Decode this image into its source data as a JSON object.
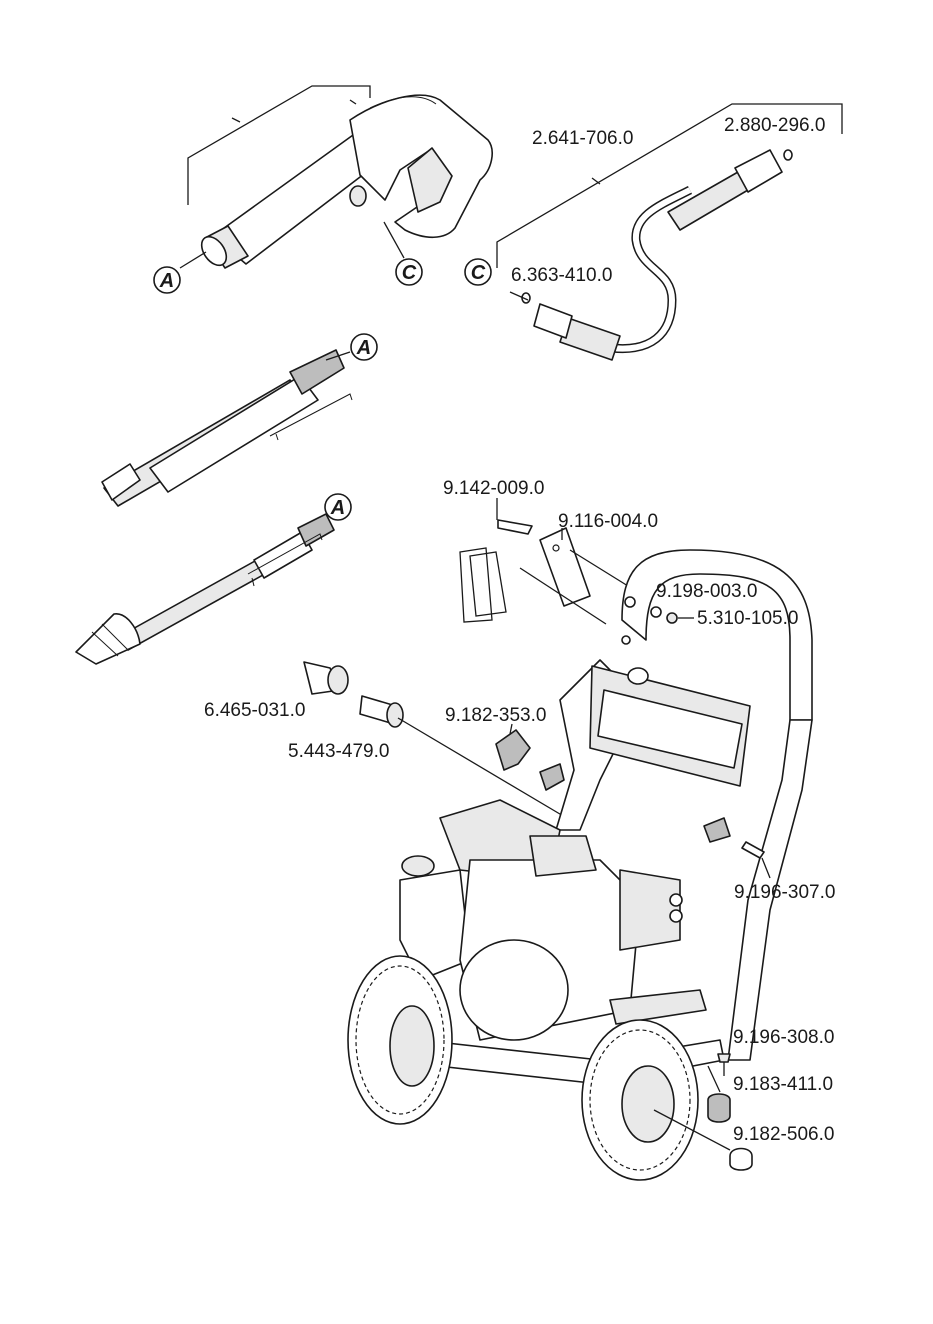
{
  "part_numbers": {
    "hose": "2.641-706.0",
    "hose_kit": "2.880-296.0",
    "hose_oring": "6.363-410.0",
    "lock_pin": "9.142-009.0",
    "holder_bracket": "9.116-004.0",
    "washer": "9.198-003.0",
    "nut": "5.310-105.0",
    "adapter": "6.465-031.0",
    "nipple": "5.443-479.0",
    "star_knob": "9.182-353.0",
    "screw_frame": "9.196-307.0",
    "screw_foot": "9.196-308.0",
    "rubber_foot": "9.183-411.0",
    "hub_cap": "9.182-506.0"
  },
  "callouts": {
    "a_gun": "A",
    "c_gun": "C",
    "c_hose": "C",
    "a_lance": "A",
    "a_nozzle": "A"
  },
  "colors": {
    "line": "#1a1a1a",
    "fill_light": "#e9e9e9",
    "fill_dark": "#bdbdbd",
    "background": "#ffffff"
  }
}
